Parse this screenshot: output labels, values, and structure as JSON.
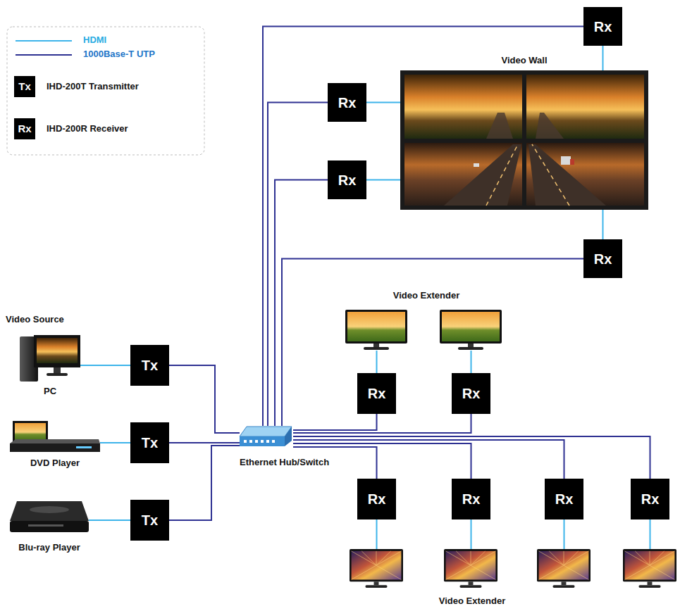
{
  "diagram": {
    "nodes": [
      {
        "text": [
          "Rx"
        ]
      },
      {
        "text": [
          "Video Wall"
        ]
      },
      {
        "text": [
          "Rx"
        ]
      },
      {
        "text": [
          "Rx"
        ]
      },
      {
        "text": [
          "Rx"
        ]
      },
      {
        "text": [
          "PC"
        ]
      },
      {
        "text": [
          "Tx"
        ]
      },
      {
        "text": [
          "Rx"
        ]
      },
      {
        "text": [
          "Rx"
        ]
      },
      {
        "text": [
          "DVD Player"
        ]
      },
      {
        "text": [
          "Tx"
        ]
      },
      {
        "text": [
          "Ethernet Hub/Switch"
        ]
      },
      {
        "text": [
          "Blu-ray Player"
        ]
      },
      {
        "text": [
          "Tx"
        ]
      },
      {
        "text": [
          "Rx"
        ]
      },
      {
        "text": [
          "Rx"
        ]
      },
      {
        "text": [
          "Rx"
        ]
      },
      {
        "text": [
          "Rx"
        ]
      }
    ],
    "edges": [
      {
        "from": 5,
        "to": 6,
        "arrow": "none"
      },
      {
        "from": 9,
        "to": 10,
        "arrow": "none"
      },
      {
        "from": 12,
        "to": 13,
        "arrow": "none"
      },
      {
        "from": 6,
        "to": 11,
        "arrow": "none"
      },
      {
        "from": 10,
        "to": 11,
        "arrow": "none"
      },
      {
        "from": 13,
        "to": 11,
        "arrow": "none"
      },
      {
        "from": 11,
        "to": 0,
        "arrow": "none"
      },
      {
        "from": 11,
        "to": 2,
        "arrow": "none"
      },
      {
        "from": 11,
        "to": 3,
        "arrow": "none"
      },
      {
        "from": 11,
        "to": 4,
        "arrow": "none"
      },
      {
        "from": 11,
        "to": 7,
        "arrow": "none"
      },
      {
        "from": 11,
        "to": 8,
        "arrow": "none"
      },
      {
        "from": 11,
        "to": 14,
        "arrow": "none"
      },
      {
        "from": 11,
        "to": 15,
        "arrow": "none"
      },
      {
        "from": 11,
        "to": 16,
        "arrow": "none"
      },
      {
        "from": 11,
        "to": 17,
        "arrow": "none"
      },
      {
        "from": 0,
        "to": 1,
        "arrow": "none"
      },
      {
        "from": 2,
        "to": 1,
        "arrow": "none"
      },
      {
        "from": 3,
        "to": 1,
        "arrow": "none"
      },
      {
        "from": 4,
        "to": 1,
        "arrow": "none"
      }
    ],
    "labels": [
      "Video Source",
      "Video Extender",
      "Video Extender",
      "Tx",
      "Rx"
    ],
    "legend": [
      {
        "text": "HDMI"
      },
      {
        "text": "1000Base-T UTP"
      },
      {
        "text": "IHD-200T Transmitter"
      },
      {
        "text": "IHD-200R Receiver"
      }
    ]
  }
}
